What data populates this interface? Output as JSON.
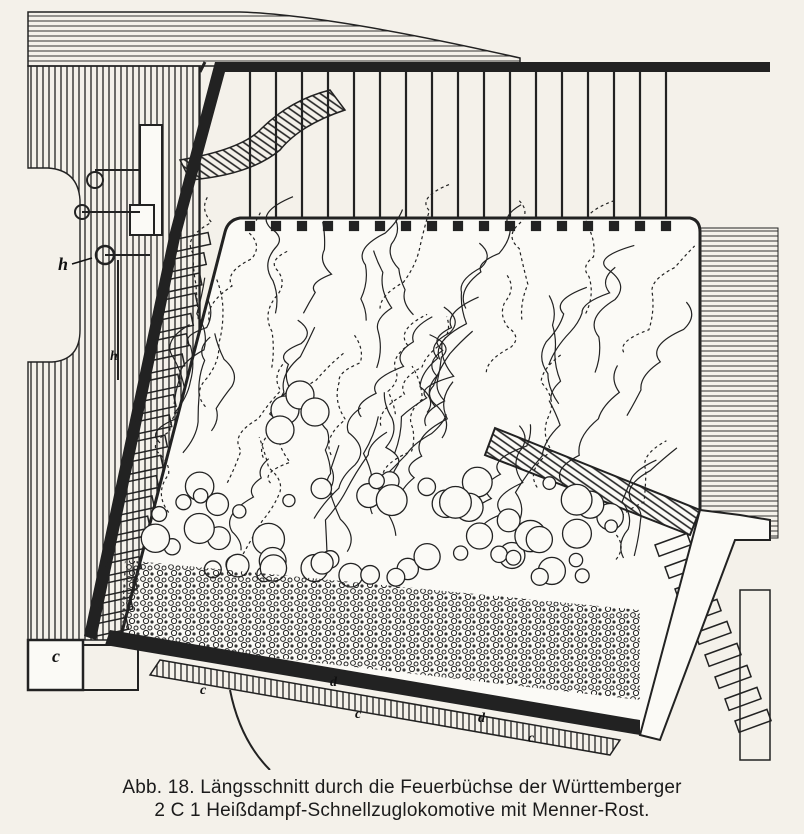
{
  "labels": {
    "h": "h",
    "c": "c",
    "d": "d"
  },
  "caption": {
    "line1": "Abb. 18.  Längsschnitt durch die Feuerbüchse der Württemberger",
    "line2": "2 C 1  Heißdampf-Schnellzuglokomotive mit Menner-Rost."
  },
  "colors": {
    "ink": "#1a1a1a",
    "paper": "#f4f1ea"
  }
}
